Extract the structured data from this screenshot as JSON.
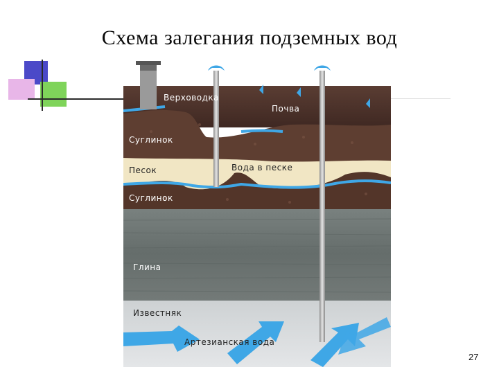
{
  "slide": {
    "title": "Схема залегания подземных вод",
    "page_number": "27"
  },
  "diagram": {
    "labels": {
      "perched_water": "Верховодка",
      "soil": "Почва",
      "loam_top": "Суглинок",
      "sand": "Песок",
      "water_in_sand": "Вода в песке",
      "loam_bottom": "Суглинок",
      "clay": "Глина",
      "limestone": "Известняк",
      "artesian_water": "Артезианская вода"
    },
    "colors": {
      "soil": "#4a3028",
      "loam": "#5a3a2c",
      "sand": "#f1e6c4",
      "clay": "#6e7673",
      "limestone": "#d9dcde",
      "water": "#3fa7e6",
      "well": "#b9b9b9"
    }
  }
}
